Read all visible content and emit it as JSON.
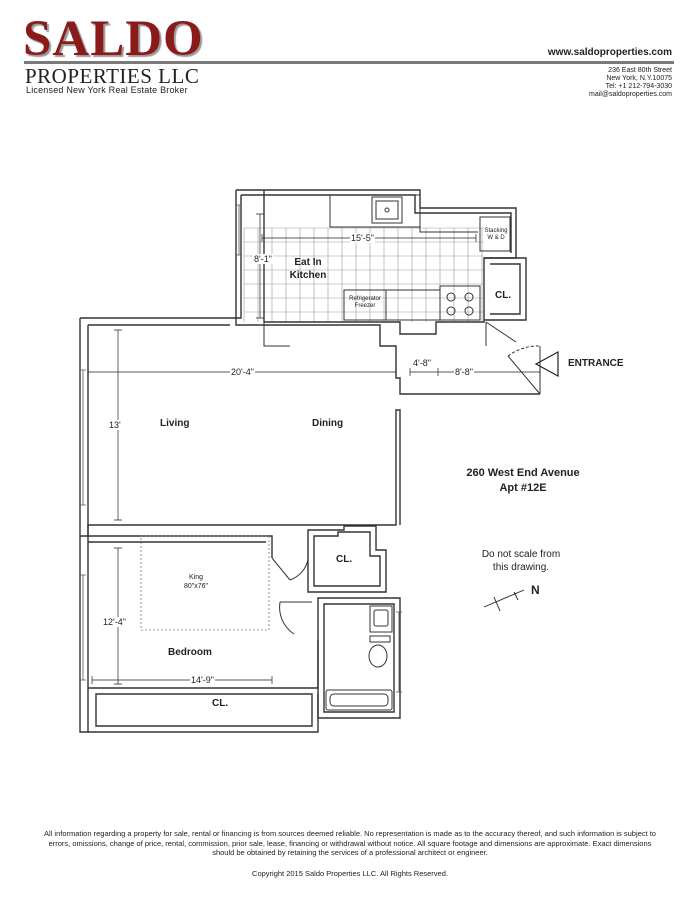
{
  "header": {
    "brand_name": "SALDO",
    "brand_sub": "PROPERTIES LLC",
    "brand_tagline": "Licensed New York Real Estate Broker",
    "website": "www.saldoproperties.com",
    "contact": {
      "street": "236 East 80th Street",
      "city": "New York, N.Y.10075",
      "tel": "Tel: +1 212-794-3030",
      "email": "mail@saldoproperties.com"
    }
  },
  "plan": {
    "rooms": {
      "kitchen": "Eat In\nKitchen",
      "living": "Living",
      "dining": "Dining",
      "bedroom": "Bedroom",
      "closet_kitchen": "CL.",
      "closet_hall": "CL.",
      "closet_bedroom": "CL."
    },
    "fixtures": {
      "washer_dryer": "Stacking\nW & D",
      "refrigerator": "Refrigerator\nFreezer",
      "bed": "King\n80\"x76\""
    },
    "dimensions": {
      "kitchen_width": "15'-5\"",
      "kitchen_depth": "8'-1\"",
      "living_width": "20'-4\"",
      "living_depth": "13'",
      "foyer_depth": "4'-8\"",
      "foyer_width": "8'-8\"",
      "bedroom_depth": "12'-4\"",
      "bedroom_width": "14'-9\""
    },
    "entrance": "ENTRANCE",
    "address_line1": "260 West End Avenue",
    "address_line2": "Apt #12E",
    "scale_note": "Do not scale from\nthis drawing.",
    "north": "N"
  },
  "footer": {
    "disclaimer": "All information regarding a property for sale, rental or financing is from sources deemed reliable. No representation is made as to the accuracy thereof, and such information is subject to errors, omissions, change of price, rental, commission, prior sale, lease, financing or withdrawal without notice. All square footage and dimensions are approximate. Exact dimensions should be obtained by retaining the services of a professional architect or engineer.",
    "copyright": "Copyright 2015 Saldo Properties LLC. All Rights Reserved."
  }
}
